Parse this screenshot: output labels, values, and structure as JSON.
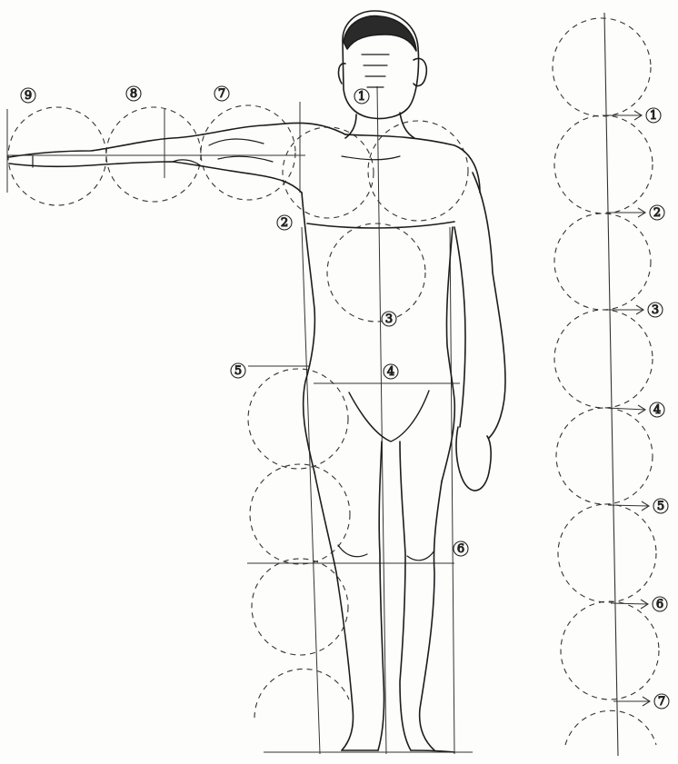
{
  "figure": {
    "ink_color": "#1c1c1c",
    "guide_color": "#333333",
    "paper_color": "#fdfdfc"
  },
  "labels": {
    "head_mark": "1",
    "arm_marks": [
      "9",
      "8",
      "7"
    ],
    "body_marks": [
      "2",
      "3",
      "5",
      "4",
      "6"
    ],
    "scale_marks": [
      "1",
      "2",
      "3",
      "4",
      "5",
      "6",
      "7"
    ]
  }
}
